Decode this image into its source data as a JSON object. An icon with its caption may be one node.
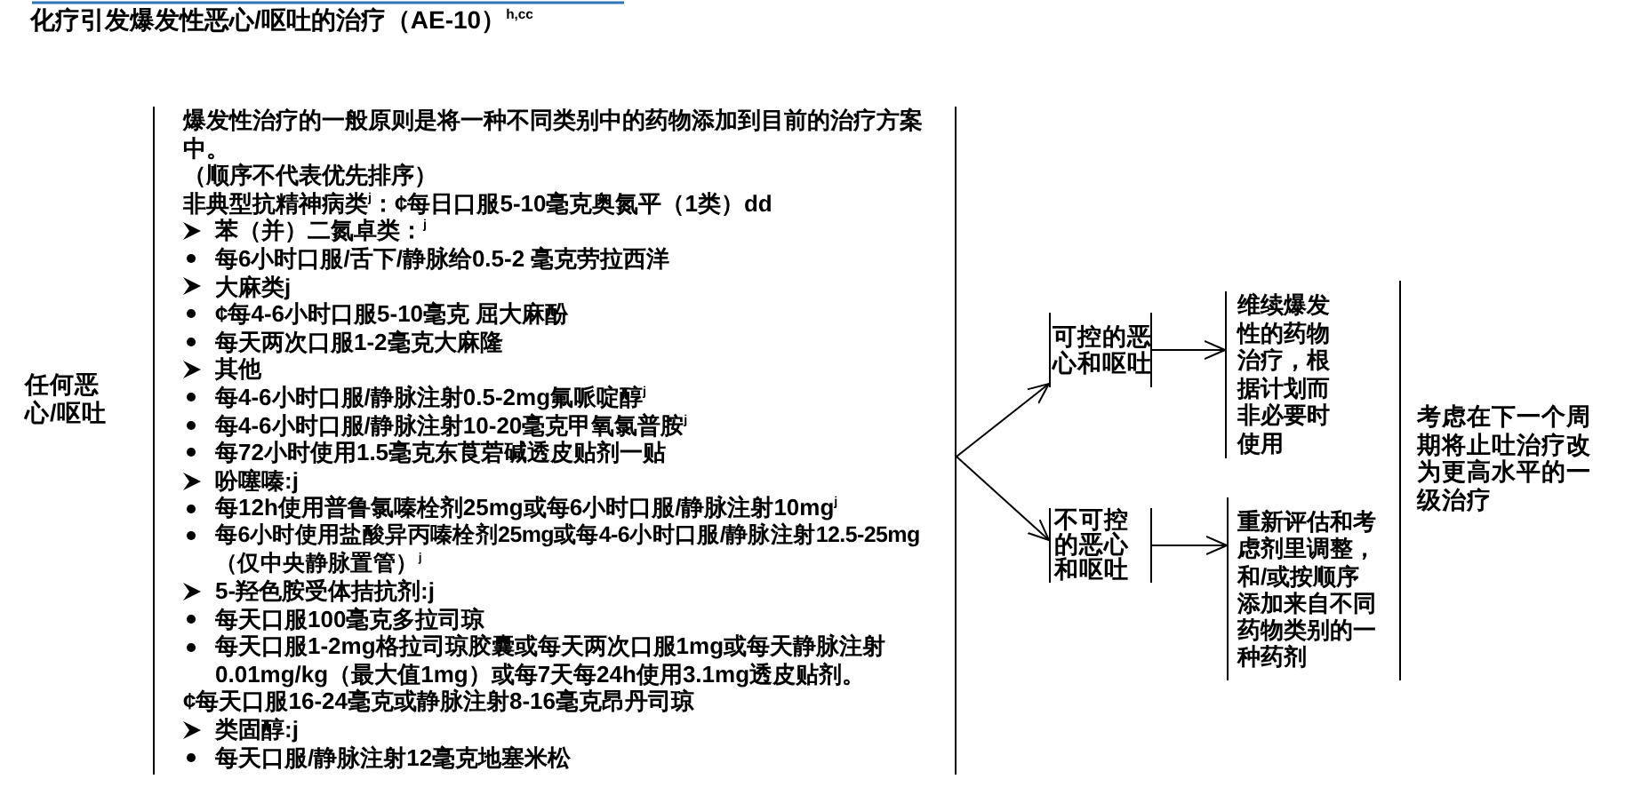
{
  "diagram": {
    "title": "化疗引发爆发性恶心/呕吐的治疗（AE-10）$^{h,cc}$",
    "nodes": [
      {
        "text": [
          "爆发性治疗的一般原则是将一种不同类别中的药物添加到目前的治疗方案中。",
          "（顺序不代表优先排序）",
          "非典型抗精神病类$^{j}$：¢每日口服5-10毫克奥氮平（1类）dd",
          "苯（并）二氮卓类：$^{j}$",
          "每6小时口服/舌下/静脉给0.5-2 毫克劳拉西洋",
          "大麻类j",
          "¢每4-6小时口服5-10毫克 屈大麻酚",
          "每天两次口服1-2毫克大麻隆",
          "其他",
          "每4-6小时口服/静脉注射0.5-2mg氟哌啶醇$^{j}$",
          "每4-6小时口服/静脉注射10-20毫克甲氧氯普胺$^{j}$",
          "每72小时使用1.5毫克东莨菪碱透皮贴剂一贴",
          "吩噻嗪:j",
          "每12h使用普鲁氯嗪栓剂25mg或每6小时口服/静脉注射10mg$^{j}$",
          "每6小时使用盐酸异丙嗪栓剂25mg或每4-6小时口服/静脉注射12.5-25mg（仅中央静脉置管）$^{j}$",
          "5-羟色胺受体拮抗剂:j",
          "每天口服100毫克多拉司琼",
          "每天口服1-2mg格拉司琼胶囊或每天两次口服1mg或每天静脉注射0.01mg/kg（最大值1mg）或每7天每24h使用3.1mg透皮贴剂。",
          "¢每天口服16-24毫克或静脉注射8-16毫克昂丹司琼",
          "类固醇:j",
          "每天口服/静脉注射12毫克地塞米松"
        ]
      },
      {
        "text": [
          "可控的恶心和呕吐"
        ]
      },
      {
        "text": [
          "不可控的恶心和呕吐"
        ]
      },
      {
        "text": [
          "维续爆发性的药物治疗，根据计划而非必要时使用"
        ]
      },
      {
        "text": [
          "重新评估和考虑剂里调整，和/或按顺序添加来自不同药物类别的一种药剂"
        ]
      },
      {
        "text": [
          "考虑在下一个周期将止吐治疗改为更高水平的一级治疗"
        ]
      }
    ],
    "edges": [
      {
        "from": 0,
        "to": 1,
        "arrow": "to"
      },
      {
        "from": 0,
        "to": 2,
        "arrow": "to"
      },
      {
        "from": 1,
        "to": 3,
        "arrow": "to"
      },
      {
        "from": 2,
        "to": 4,
        "arrow": "to"
      }
    ],
    "labels": [
      "任何恶心/呕吐"
    ]
  }
}
